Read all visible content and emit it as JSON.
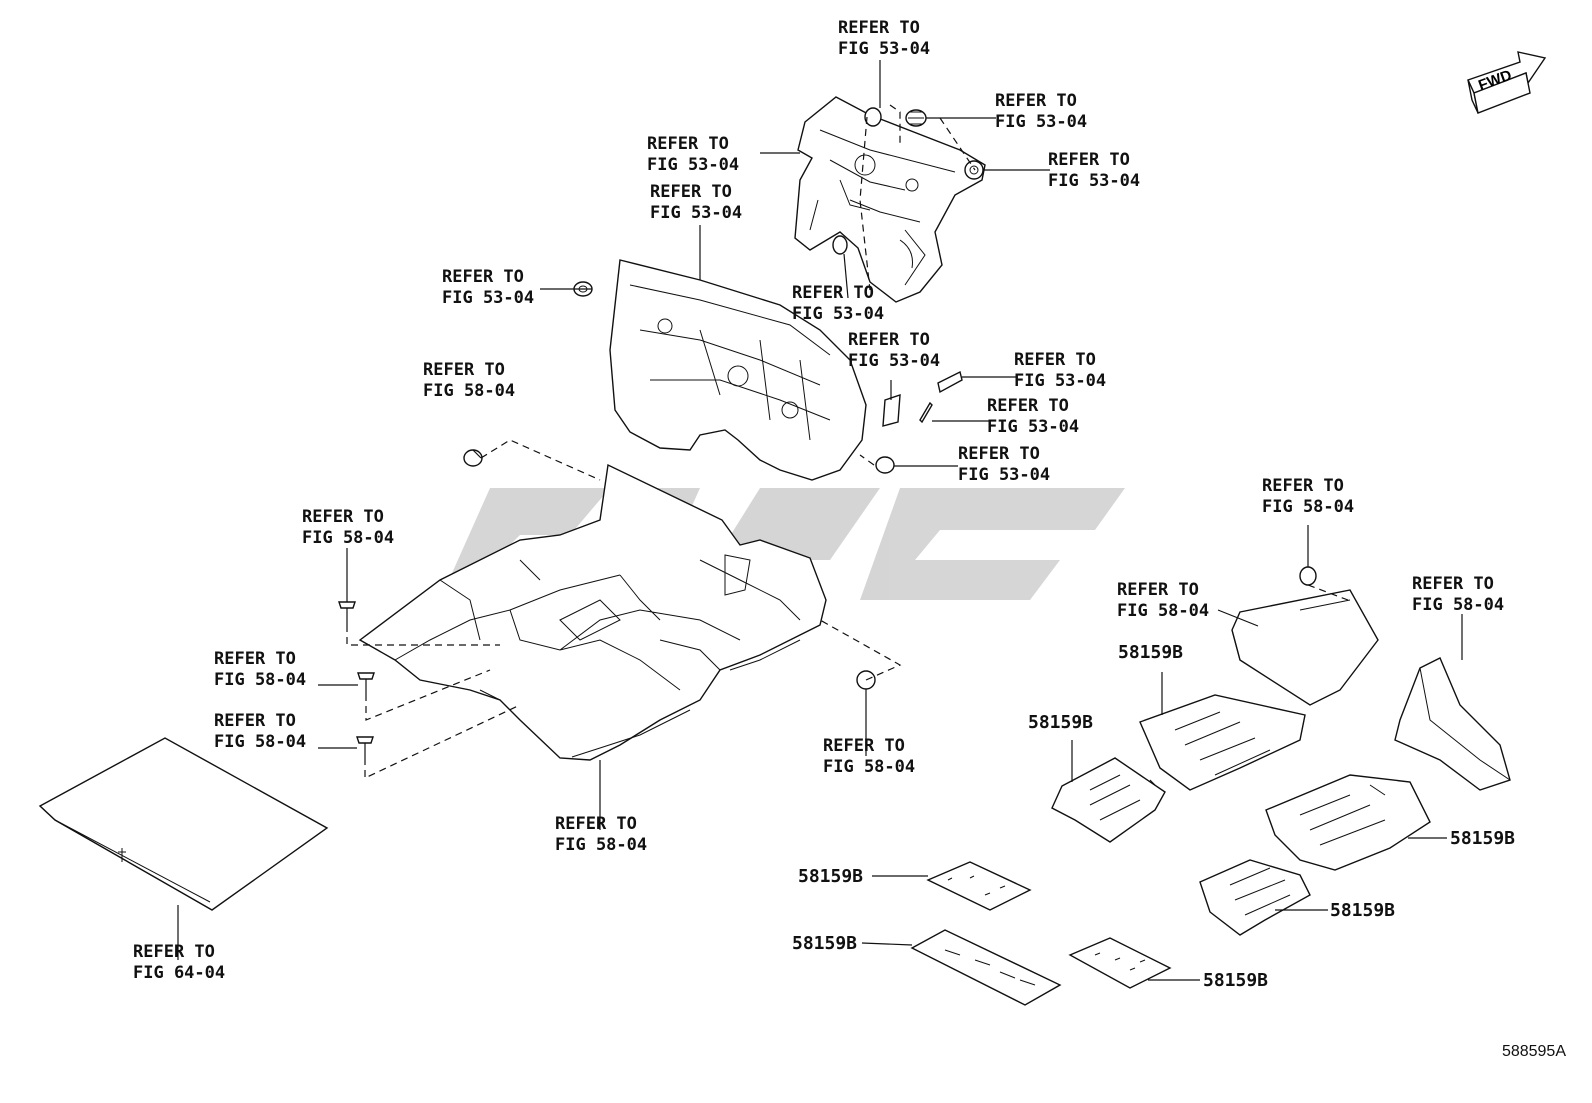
{
  "refs": {
    "r1": {
      "line1": "REFER TO",
      "line2": "FIG 53-04"
    },
    "r2": {
      "line1": "REFER TO",
      "line2": "FIG 53-04"
    },
    "r3": {
      "line1": "REFER TO",
      "line2": "FIG 53-04"
    },
    "r4": {
      "line1": "REFER TO",
      "line2": "FIG 53-04"
    },
    "r5": {
      "line1": "REFER TO",
      "line2": "FIG 53-04"
    },
    "r6": {
      "line1": "REFER TO",
      "line2": "FIG 53-04"
    },
    "r7": {
      "line1": "REFER TO",
      "line2": "FIG 53-04"
    },
    "r8": {
      "line1": "REFER TO",
      "line2": "FIG 53-04"
    },
    "r9": {
      "line1": "REFER TO",
      "line2": "FIG 53-04"
    },
    "r10": {
      "line1": "REFER TO",
      "line2": "FIG 53-04"
    },
    "r11": {
      "line1": "REFER TO",
      "line2": "FIG 53-04"
    },
    "r12": {
      "line1": "REFER TO",
      "line2": "FIG 58-04"
    },
    "r13": {
      "line1": "REFER TO",
      "line2": "FIG 58-04"
    },
    "r14": {
      "line1": "REFER TO",
      "line2": "FIG 58-04"
    },
    "r15": {
      "line1": "REFER TO",
      "line2": "FIG 58-04"
    },
    "r16": {
      "line1": "REFER TO",
      "line2": "FIG 58-04"
    },
    "r17": {
      "line1": "REFER TO",
      "line2": "FIG 58-04"
    },
    "r18": {
      "line1": "REFER TO",
      "line2": "FIG 58-04"
    },
    "r19": {
      "line1": "REFER TO",
      "line2": "FIG 58-04"
    },
    "r20": {
      "line1": "REFER TO",
      "line2": "FIG 58-04"
    },
    "r21": {
      "line1": "REFER TO",
      "line2": "FIG 64-04"
    }
  },
  "parts": {
    "p1": "58159B",
    "p2": "58159B",
    "p3": "58159B",
    "p4": "58159B",
    "p5": "58159B",
    "p6": "58159B",
    "p7": "58159B"
  },
  "fwd_label": "FWD",
  "figure_code": "588595A",
  "colors": {
    "line": "#111111",
    "background": "#ffffff",
    "watermark": "#bdbdbd"
  }
}
